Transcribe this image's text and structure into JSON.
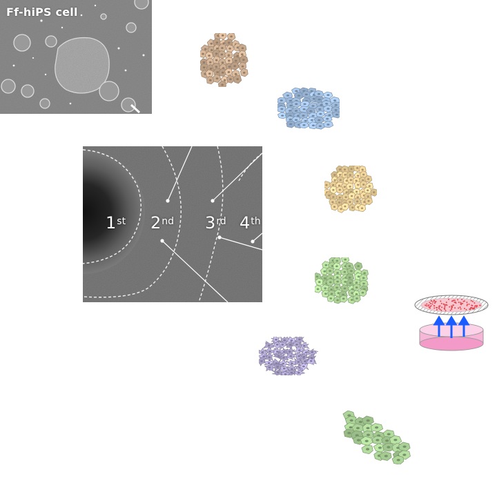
{
  "ips_photo": {
    "label": "Ff-hiPS cell"
  },
  "zones": [
    {
      "number": "1",
      "suffix": "st"
    },
    {
      "number": "2",
      "suffix": "nd"
    },
    {
      "number": "3",
      "suffix": "rd"
    },
    {
      "number": "4",
      "suffix": "th"
    }
  ],
  "colors": {
    "ectoderm_tan": "#d8b89a",
    "blue_cells": "#a9c8ec",
    "yellow_cells": "#f6d9a0",
    "green_cells": "#b8e0a0",
    "purple_cells": "#c2b8e6",
    "epithelial_green": "#aed69a",
    "culture_pink": "#f6a6cf",
    "arrow_blue": "#1a5cff"
  }
}
